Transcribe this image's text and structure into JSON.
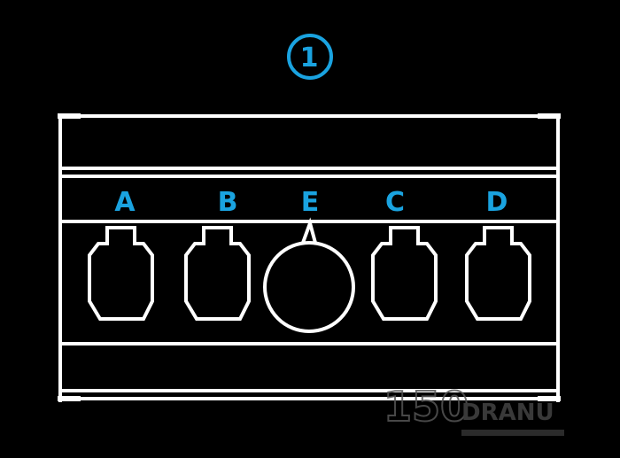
{
  "colors": {
    "background": "#000000",
    "outline": "#ffffff",
    "accent": "#1aa3e0",
    "watermark": "#444444"
  },
  "step": {
    "number": "1"
  },
  "ports": [
    {
      "letter": "A",
      "shape": "connector"
    },
    {
      "letter": "B",
      "shape": "connector"
    },
    {
      "letter": "E",
      "shape": "round"
    },
    {
      "letter": "C",
      "shape": "connector"
    },
    {
      "letter": "D",
      "shape": "connector"
    }
  ],
  "watermark": {
    "number": "150",
    "brand": "DRANU"
  }
}
